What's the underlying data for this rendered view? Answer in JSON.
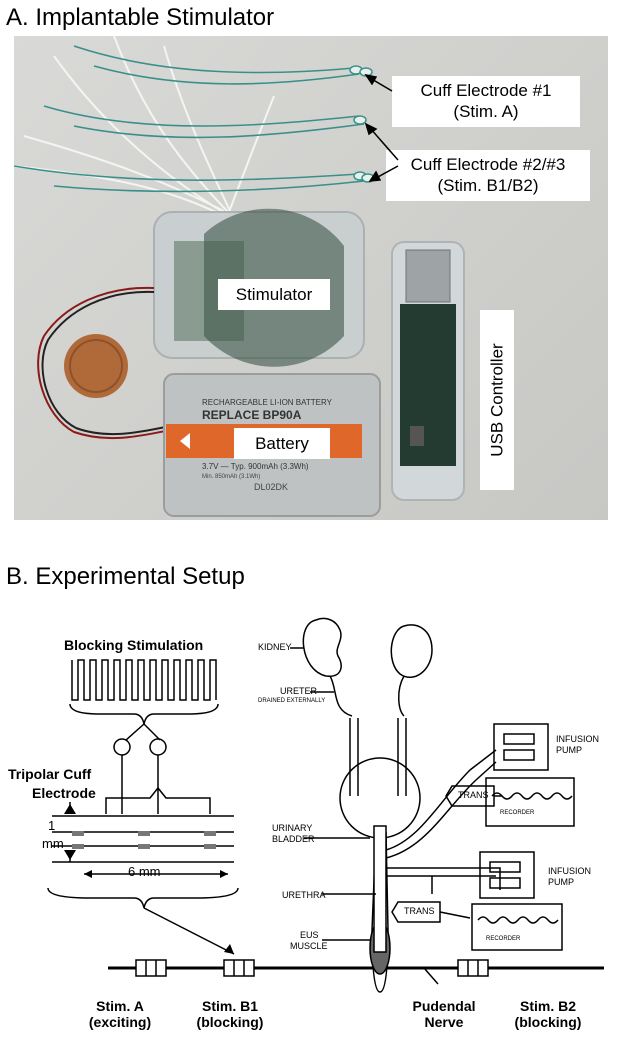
{
  "panel_a": {
    "title": "A. Implantable Stimulator",
    "callouts": {
      "cuff1_line1": "Cuff Electrode #1",
      "cuff1_line2": "(Stim. A)",
      "cuff23_line1": "Cuff Electrode #2/#3",
      "cuff23_line2": "(Stim. B1/B2)",
      "stimulator": "Stimulator",
      "battery": "Battery",
      "usb": "USB Controller"
    },
    "battery_print": {
      "line1": "RECHARGEABLE LI-ION BATTERY",
      "line2": "REPLACE BP90A",
      "line3": "3.7V — Typ. 900mAh (3.3Wh)",
      "line4": "Min. 850mAh (3.1Wh)",
      "line5": "DL02DK"
    }
  },
  "panel_b": {
    "title": "B. Experimental Setup",
    "blocking_stimulation": "Blocking Stimulation",
    "tripolar_line1": "Tripolar Cuff",
    "tripolar_line2": "Electrode",
    "dim_1": "1",
    "dim_mm": "mm",
    "dim_6mm": "6 mm",
    "kidney": "KIDNEY",
    "ureter": "URETER",
    "drained": "DRAINED EXTERNALLY",
    "bladder_line1": "URINARY",
    "bladder_line2": "BLADDER",
    "urethra": "URETHRA",
    "eus_line1": "EUS",
    "eus_line2": "MUSCLE",
    "infusion_line1": "INFUSION",
    "infusion_line2": "PUMP",
    "trans": "TRANS",
    "recorder": "RECORDER",
    "stim_a_line1": "Stim. A",
    "stim_a_line2": "(exciting)",
    "stim_b1_line1": "Stim. B1",
    "stim_b1_line2": "(blocking)",
    "pudendal_line1": "Pudendal",
    "pudendal_line2": "Nerve",
    "stim_b2_line1": "Stim. B2",
    "stim_b2_line2": "(blocking)"
  }
}
